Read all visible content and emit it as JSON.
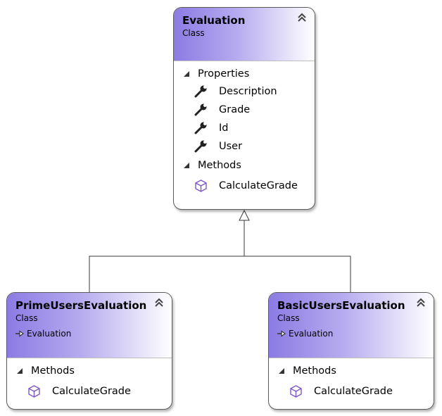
{
  "colors": {
    "header_accent": "#8b7be3",
    "border": "#5a5a5a",
    "method_icon": "#7e57c2"
  },
  "classes": {
    "evaluation": {
      "name": "Evaluation",
      "kind": "Class",
      "properties_label": "Properties",
      "properties": [
        "Description",
        "Grade",
        "Id",
        "User"
      ],
      "methods_label": "Methods",
      "methods": [
        "CalculateGrade"
      ]
    },
    "prime": {
      "name": "PrimeUsersEvaluation",
      "kind": "Class",
      "base": "Evaluation",
      "methods_label": "Methods",
      "methods": [
        "CalculateGrade"
      ]
    },
    "basic": {
      "name": "BasicUsersEvaluation",
      "kind": "Class",
      "base": "Evaluation",
      "methods_label": "Methods",
      "methods": [
        "CalculateGrade"
      ]
    }
  },
  "icons": {
    "collapse": "double-chevron-up-icon",
    "section_toggle": "triangle-expanded-icon",
    "property": "wrench-icon",
    "method": "cube-icon",
    "inherits": "inherits-arrow-icon"
  }
}
